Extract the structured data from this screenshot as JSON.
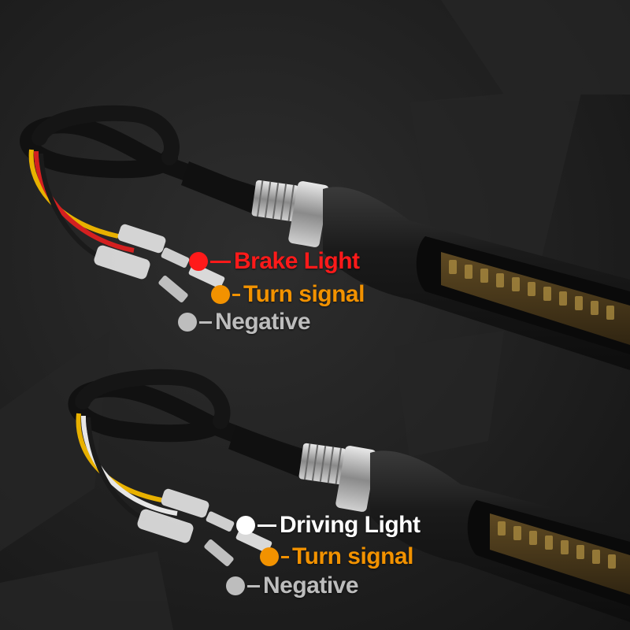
{
  "colors": {
    "brake": "#ff1a1a",
    "turn": "#f29200",
    "negative": "#bdbdbd",
    "driving": "#ffffff",
    "background": "#1b1b1b"
  },
  "top_unit": {
    "labels": [
      {
        "text": "Brake Light",
        "color": "#ff1a1a"
      },
      {
        "text": "Turn signal",
        "color": "#f29200"
      },
      {
        "text": "Negative",
        "color": "#bdbdbd"
      }
    ]
  },
  "bottom_unit": {
    "labels": [
      {
        "text": "Driving Light",
        "color": "#ffffff"
      },
      {
        "text": "Turn signal",
        "color": "#f29200"
      },
      {
        "text": "Negative",
        "color": "#bdbdbd"
      }
    ]
  }
}
